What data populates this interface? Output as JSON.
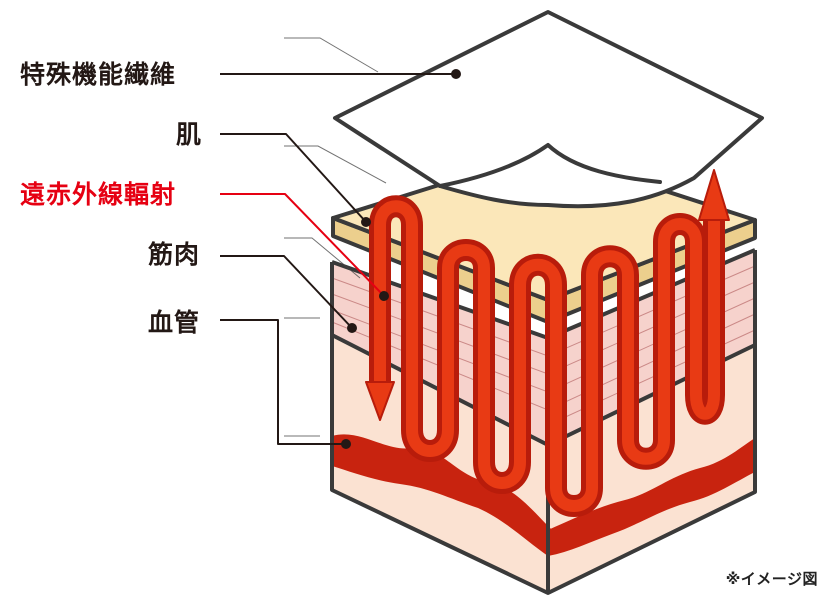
{
  "labels": {
    "special_fiber": "特殊機能繊維",
    "skin": "肌",
    "far_infrared": "遠赤外線輻射",
    "muscle": "筋肉",
    "blood_vessel": "血管"
  },
  "note": "※イメージ図",
  "colors": {
    "text": "#231815",
    "far_infrared": "#e60012",
    "fabric": "#ffffff",
    "skin": "#fbe7b9",
    "muscle": "#f6d2cc",
    "tissue": "#fbe2d2",
    "blood": "#c8230f",
    "arrow_fill": "#e83a14",
    "arrow_stroke": "#b81c0b",
    "outline": "#3a3a3a"
  }
}
